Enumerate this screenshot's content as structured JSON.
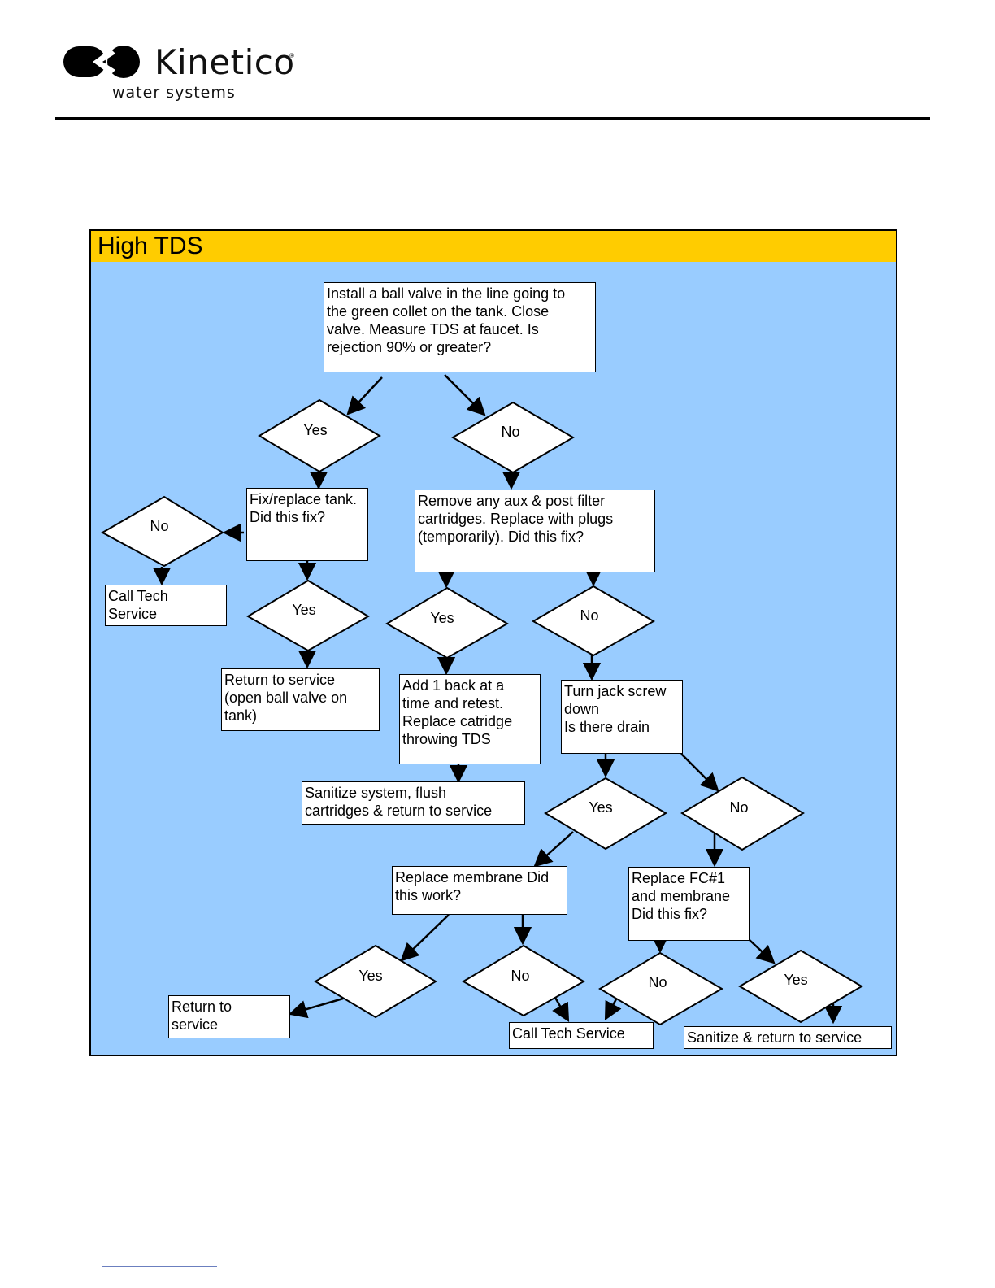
{
  "brand": {
    "name": "Kinetico",
    "registered": "®",
    "tagline": "water systems"
  },
  "flowchart": {
    "title": "High TDS",
    "boxes": {
      "start": "Install a ball valve in the line going to\nthe green collet on the tank.  Close\nvalve.  Measure TDS at faucet. Is\nrejection 90% or greater?",
      "fix_tank": "Fix/replace tank.\nDid this fix?",
      "call_tech_1": "Call Tech\nService",
      "remove_cartridges": "Remove any aux & post filter\ncartridges.  Replace with plugs\n(temporarily). Did this fix?",
      "return_open_valve": "Return to service\n(open ball valve on\ntank)",
      "add_back": "Add 1 back at a\ntime and retest.\nReplace catridge\nthrowing TDS",
      "jack_screw": "Turn jack screw\ndown\n Is there drain",
      "sanitize_flush": " Sanitize system, flush\ncartridges & return to service",
      "replace_membrane": "Replace membrane  Did\nthis work?",
      "replace_fc1": "Replace FC#1\nand membrane\nDid this fix?",
      "return_service": "Return to\nservice",
      "call_tech_2": "Call Tech Service",
      "sanitize_return": "Sanitize & return to service"
    },
    "decisions": {
      "d1_yes": "Yes",
      "d1_no": "No",
      "d2_no": "No",
      "d2_yes": "Yes",
      "d3_yes": "Yes",
      "d3_no": "No",
      "d4_yes": "Yes",
      "d4_no": "No",
      "d5_yes": "Yes",
      "d5_no": "No",
      "d6_no": "No",
      "d6_yes": "Yes"
    }
  }
}
